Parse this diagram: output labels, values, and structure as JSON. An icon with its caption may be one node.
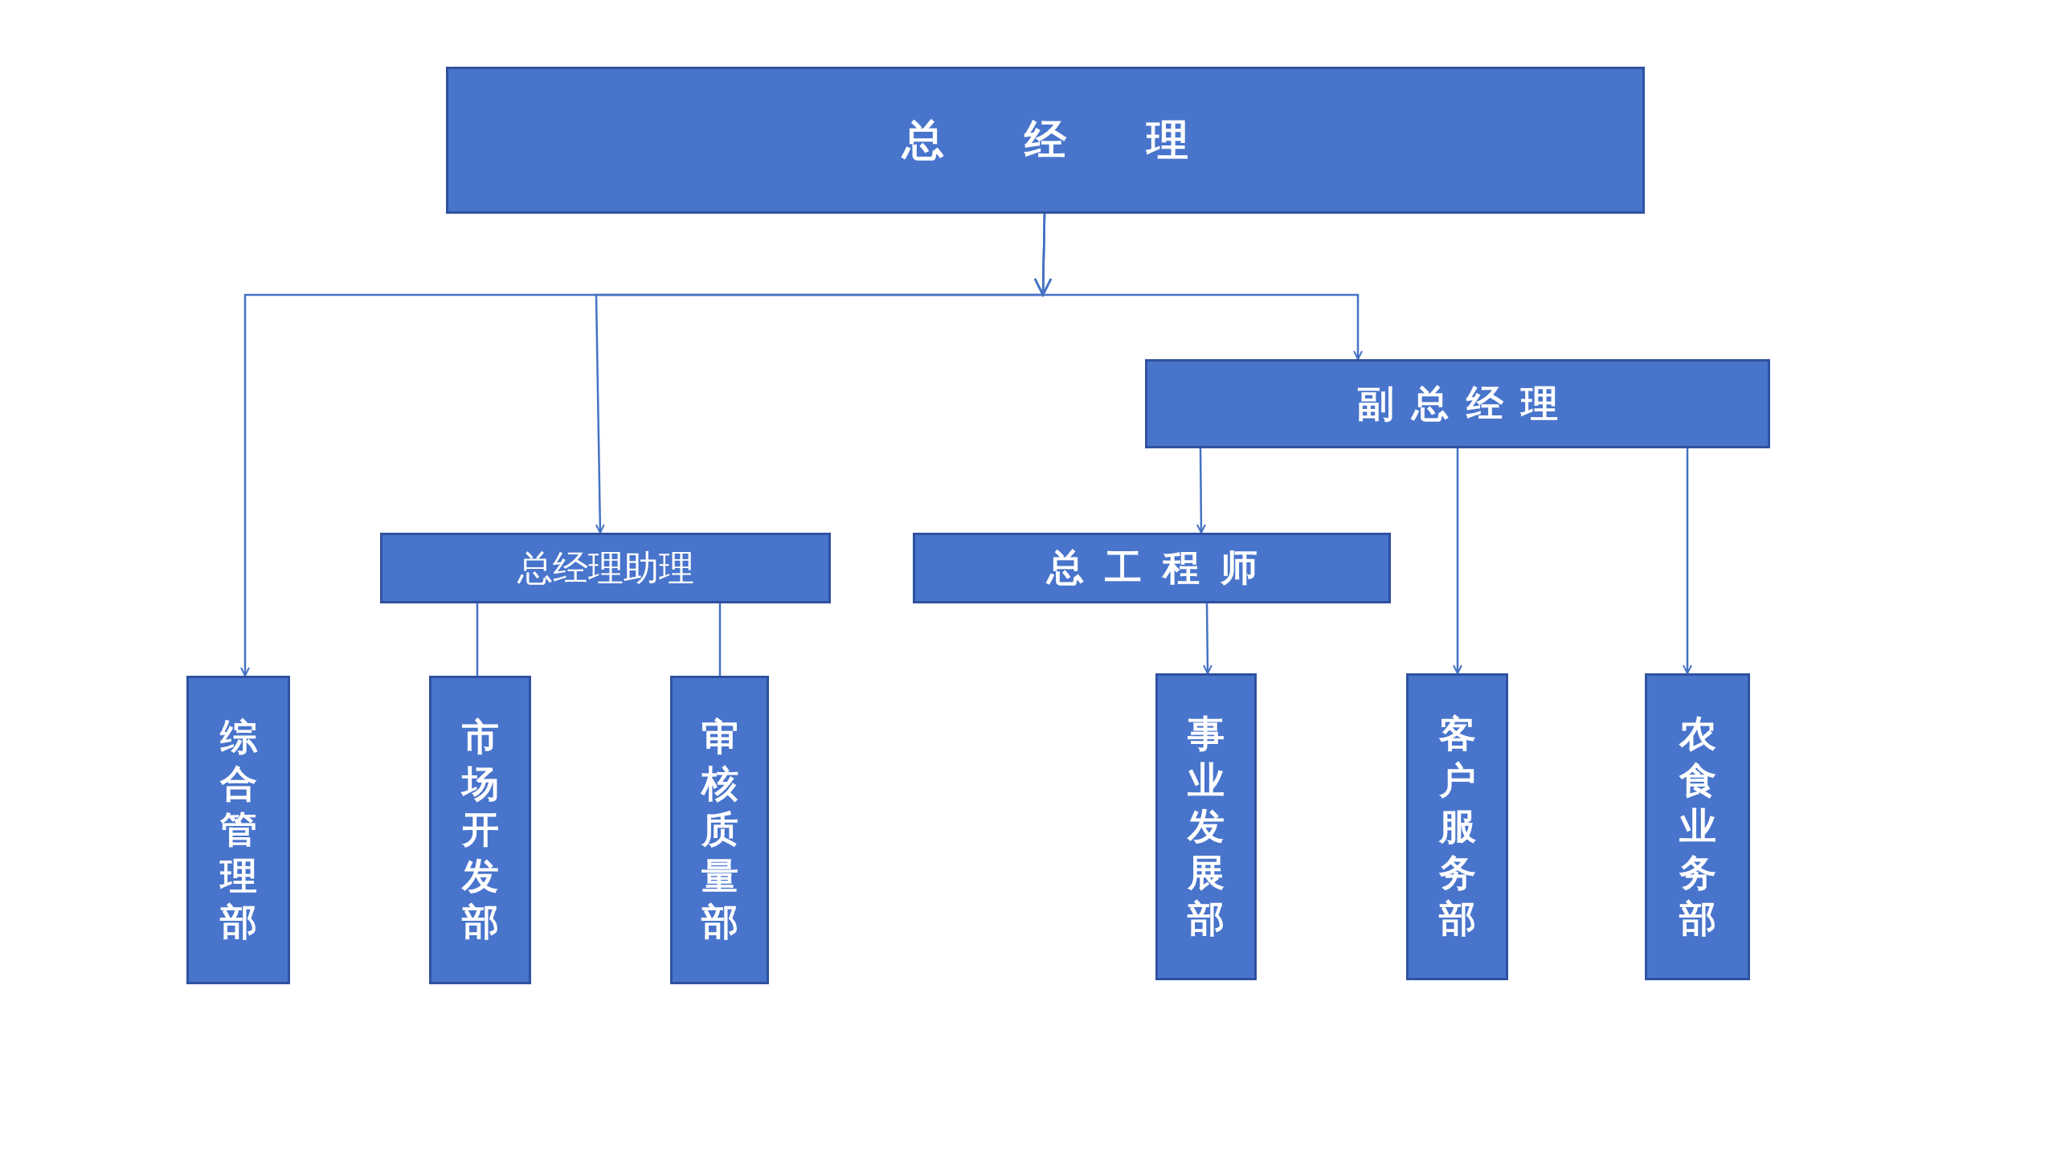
{
  "diagram": {
    "nodes": [
      {
        "text": [
          "总经理"
        ]
      },
      {
        "text": [
          "副总经理"
        ]
      },
      {
        "text": [
          "总经理助理"
        ]
      },
      {
        "text": [
          "总工程师"
        ]
      },
      {
        "text": [
          "综合管理部"
        ]
      },
      {
        "text": [
          "市场开发部"
        ]
      },
      {
        "text": [
          "审核质量部"
        ]
      },
      {
        "text": [
          "事业发展部"
        ]
      },
      {
        "text": [
          "客户服务部"
        ]
      },
      {
        "text": [
          "农食业务部"
        ]
      }
    ],
    "edges": [
      {
        "from": 0,
        "to": 4,
        "arrow": "to"
      },
      {
        "from": 0,
        "to": 2,
        "arrow": "to"
      },
      {
        "from": 0,
        "to": 1,
        "arrow": "to"
      },
      {
        "from": 1,
        "to": 3,
        "arrow": "to"
      },
      {
        "from": 1,
        "to": 8,
        "arrow": "to"
      },
      {
        "from": 1,
        "to": 9,
        "arrow": "to"
      },
      {
        "from": 2,
        "to": 5,
        "arrow": "none"
      },
      {
        "from": 2,
        "to": 6,
        "arrow": "none"
      },
      {
        "from": 3,
        "to": 7,
        "arrow": "to"
      }
    ]
  }
}
